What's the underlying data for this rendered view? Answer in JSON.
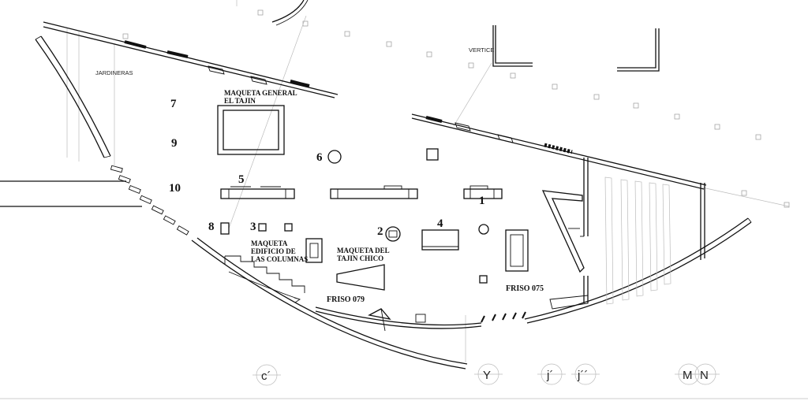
{
  "labels": {
    "jardineras": "JARDINERAS",
    "vertice": "VERTICE",
    "maqueta_general_1": "MAQUETA GENERAL",
    "maqueta_general_2": "EL TAJIN",
    "maqueta_edificio_1": "MAQUETA",
    "maqueta_edificio_2": "EDIFICIO DE",
    "maqueta_edificio_3": "LAS COLUMNAS",
    "maqueta_tajin_1": "MAQUETA DEL",
    "maqueta_tajin_2": "TAJIN CHICO",
    "friso_079": "FRISO 079",
    "friso_075": "FRISO 075"
  },
  "numbers": {
    "n1": "1",
    "n2": "2",
    "n3": "3",
    "n4": "4",
    "n5": "5",
    "n6": "6",
    "n7": "7",
    "n8": "8",
    "n9": "9",
    "n10": "10"
  },
  "axes": [
    "c´",
    "Y",
    "j´",
    "j´´",
    "M",
    "N"
  ]
}
